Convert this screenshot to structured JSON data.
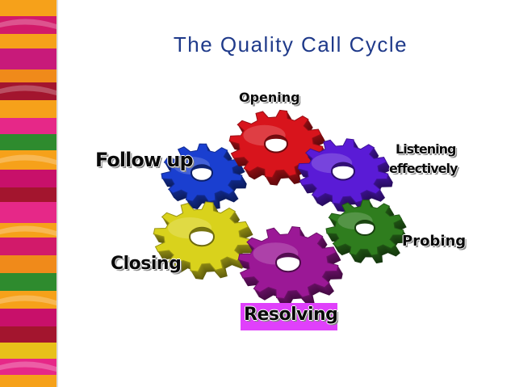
{
  "slide": {
    "title": "The Quality Call Cycle"
  },
  "labels": {
    "opening": "Opening",
    "listening_line1": "Listening",
    "listening_line2": "effectively",
    "probing": "Probing",
    "resolving": "Resolving",
    "closing": "Closing",
    "follow_up": "Follow up"
  },
  "gears": [
    {
      "name": "opening-gear",
      "color": "#d8141c",
      "label": "Opening"
    },
    {
      "name": "listening-gear",
      "color": "#5a1bd6",
      "label": "Listening effectively"
    },
    {
      "name": "probing-gear",
      "color": "#2f7d1e",
      "label": "Probing"
    },
    {
      "name": "resolving-gear",
      "color": "#9b1896",
      "label": "Resolving"
    },
    {
      "name": "closing-gear",
      "color": "#d9d21c",
      "label": "Closing"
    },
    {
      "name": "follow-up-gear",
      "color": "#1a3fd0",
      "label": "Follow up"
    }
  ],
  "colors": {
    "title": "#1f3a8a",
    "resolving_highlight": "#e040fb",
    "stripes": [
      "#f6a11a",
      "#d21a6a",
      "#e8c11a",
      "#a3152e",
      "#e62888",
      "#f08a1a",
      "#2e8b2e",
      "#c8106a"
    ]
  }
}
